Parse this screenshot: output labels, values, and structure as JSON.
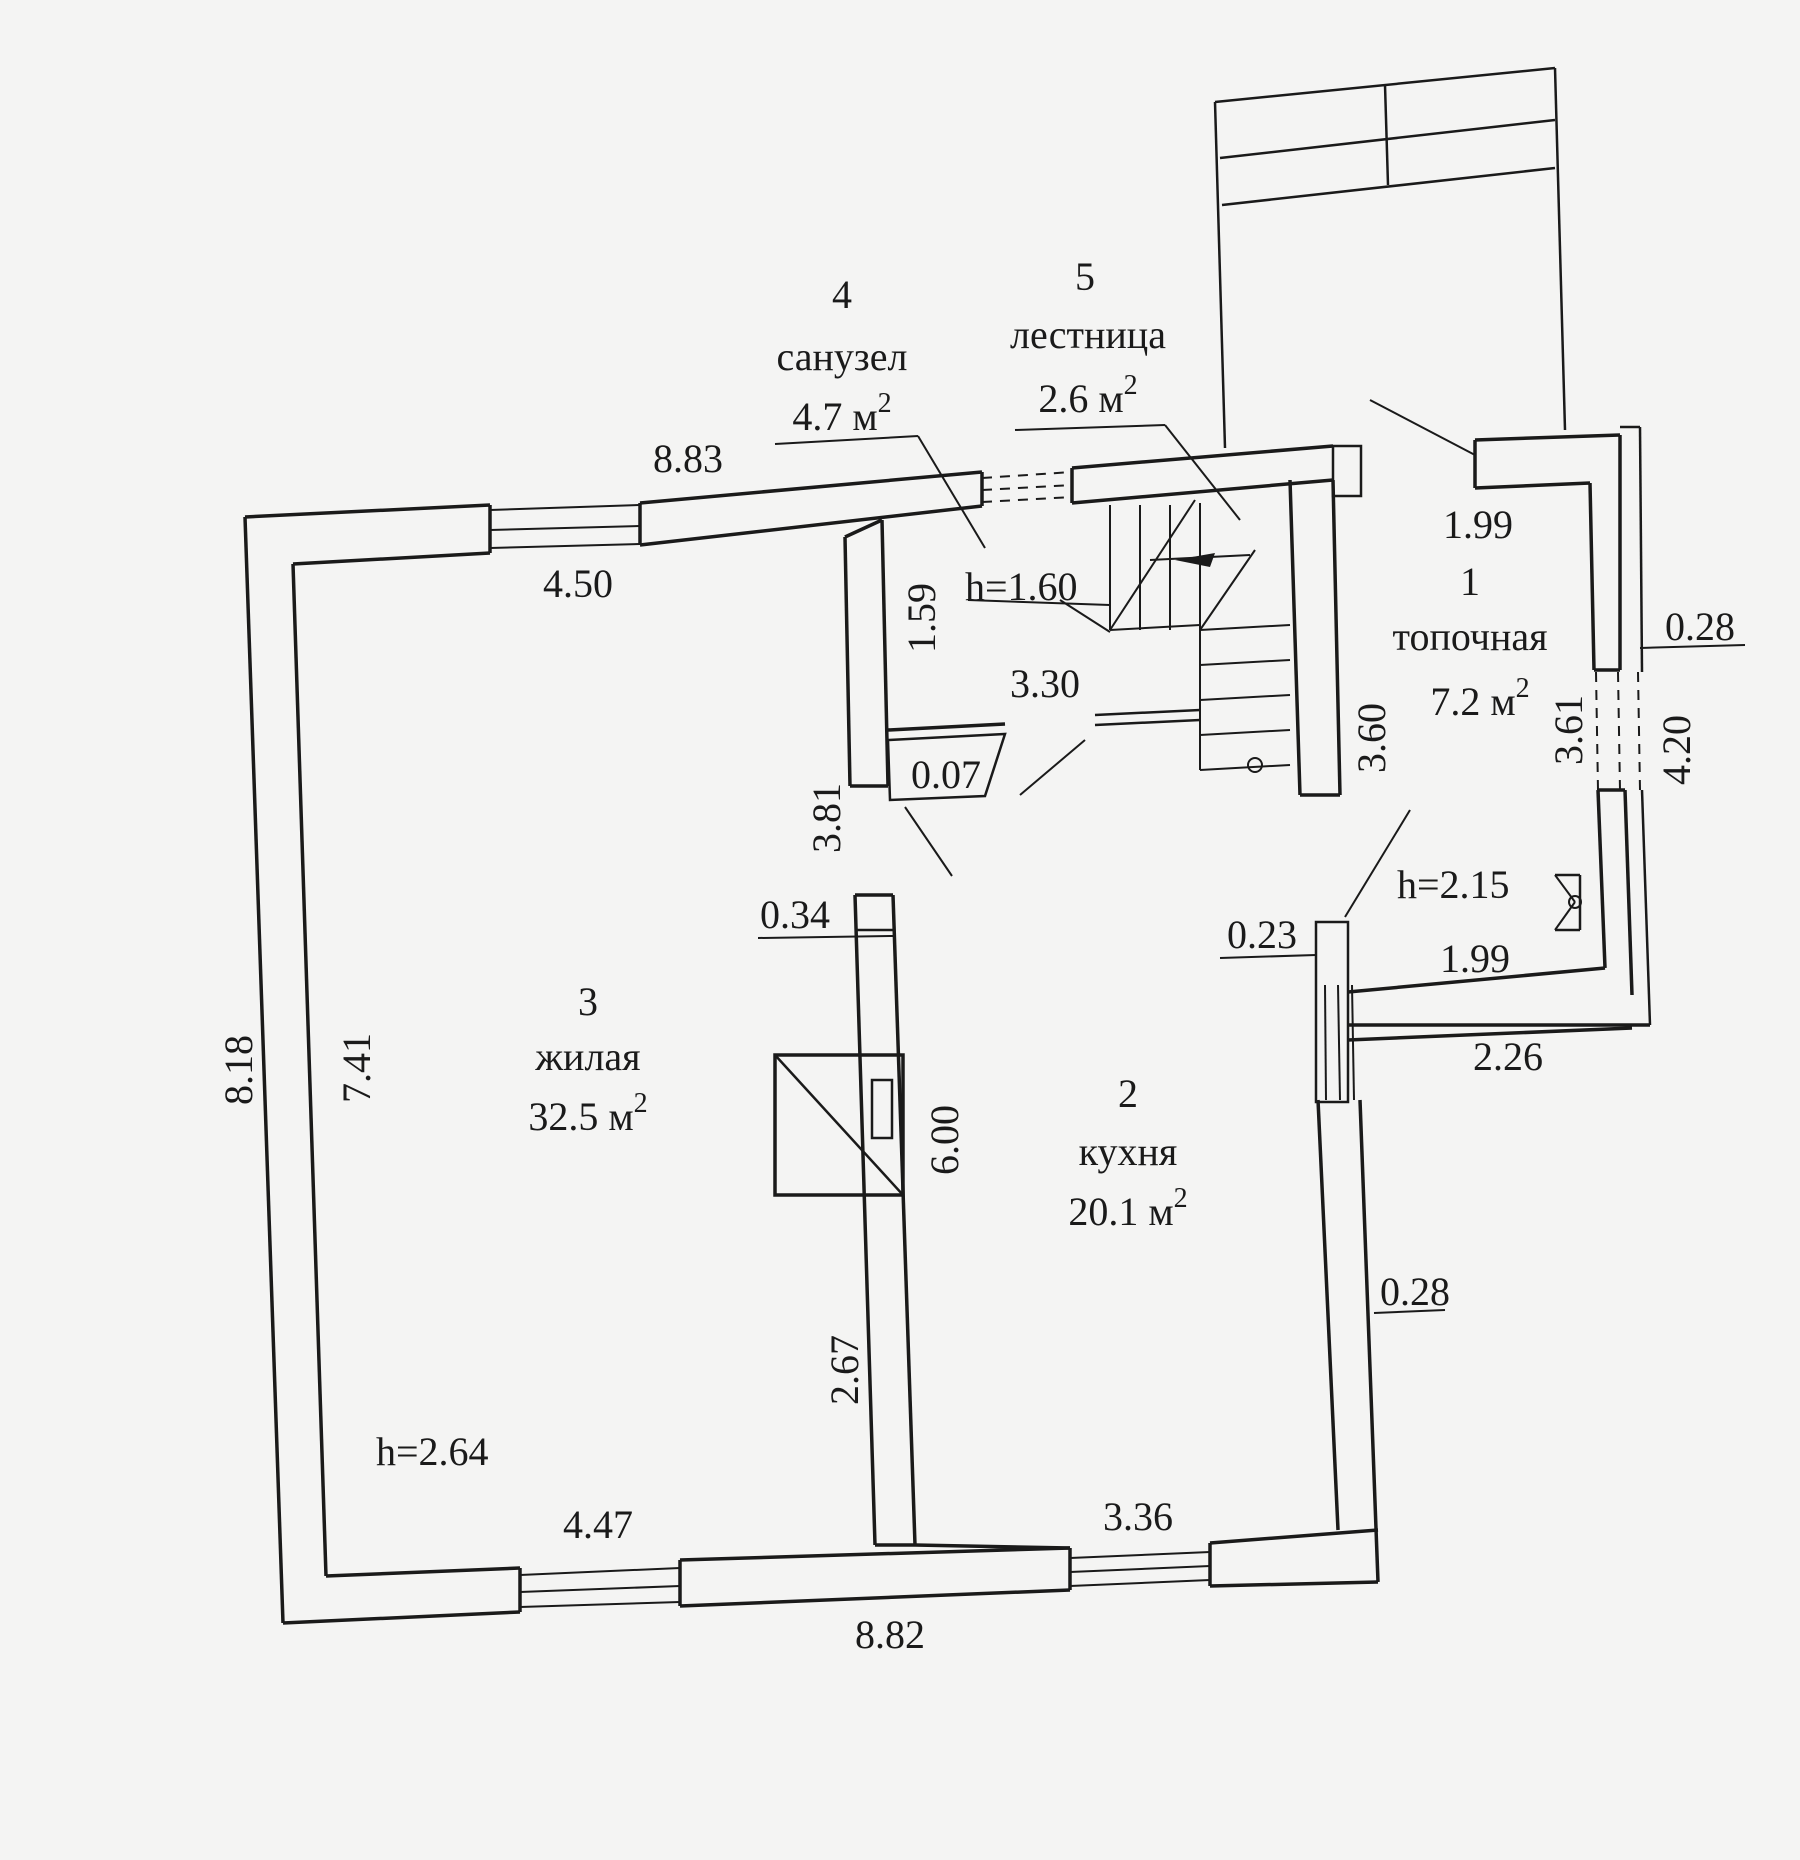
{
  "rooms": [
    {
      "number": "1",
      "name": "топочная",
      "area": "7.2 м",
      "sup": "2"
    },
    {
      "number": "2",
      "name": "кухня",
      "area": "20.1 м",
      "sup": "2"
    },
    {
      "number": "3",
      "name": "жилая",
      "area": "32.5 м",
      "sup": "2"
    },
    {
      "number": "4",
      "name": "санузел",
      "area": "4.7 м",
      "sup": "2"
    },
    {
      "number": "5",
      "name": "лестница",
      "area": "2.6 м",
      "sup": "2"
    }
  ],
  "heights": {
    "main": "h=2.64",
    "bath": "h=1.60",
    "boiler": "h=2.15"
  },
  "dims": {
    "top_total": "8.83",
    "top_living": "4.50",
    "bath_depth": "1.59",
    "stair_width": "3.30",
    "stair_depth": "3.60",
    "partition_gap": "0.07",
    "corridor": "3.81",
    "chimney_wall": "0.34",
    "stove_wall": "6.00",
    "lower_wall": "2.67",
    "left_total": "8.18",
    "left_inner": "7.41",
    "bottom_living": "4.47",
    "bottom_kitchen": "3.36",
    "bottom_total": "8.82",
    "boiler_top": "1.99",
    "boiler_bottom": "1.99",
    "boiler_wall": "0.28",
    "boiler_depth": "3.61",
    "boiler_outer": "4.20",
    "kitchen_wall": "0.23",
    "boiler_outer_bottom": "2.26",
    "kitchen_right_wall": "0.28"
  }
}
